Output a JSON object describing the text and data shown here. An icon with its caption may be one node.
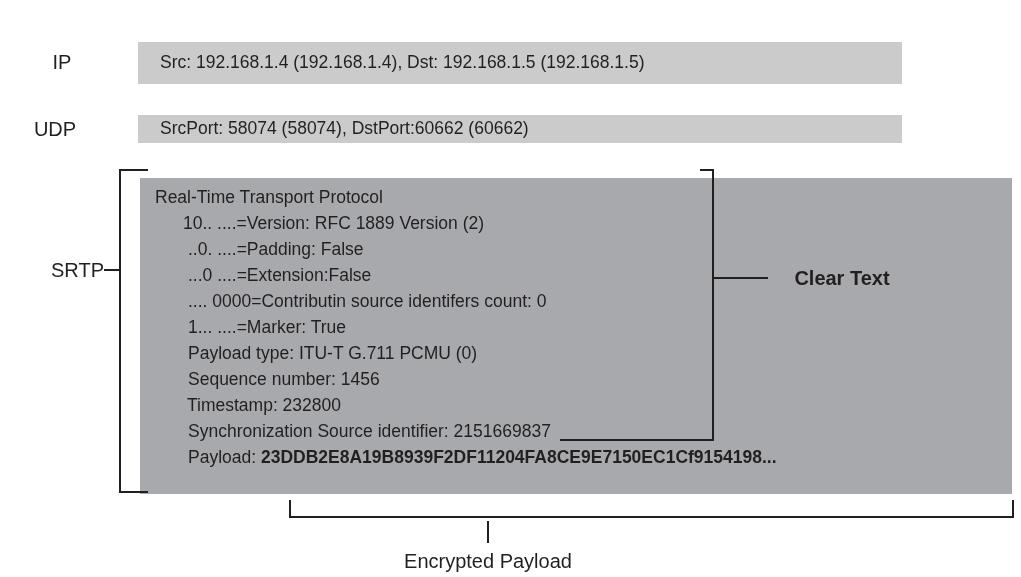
{
  "diagram": {
    "nodes": [
      {
        "text": [
          "Src: 192.168.1.4 (192.168.1.4), Dst: 192.168.1.5 (192.168.1.5)"
        ],
        "beside": [
          "IP"
        ]
      },
      {
        "text": [
          "SrcPort: 58074 (58074), DstPort:60662 (60662)"
        ],
        "beside": [
          "UDP"
        ]
      },
      {
        "text": [
          "Real-Time Transport Protocol",
          "10.. ....=Version: RFC 1889 Version (2)",
          "..0. ....=Padding: False",
          "...0 ....=Extension:False",
          ".... 0000=Contributin source identifers count: 0",
          "1... ....=Marker: True",
          "Payload type: ITU-T G.711 PCMU (0)",
          "Sequence number: 1456",
          "Timestamp: 232800",
          "Synchronization Source identifier: 2151669837",
          "Payload: **23DDB2E8A19B8939F2DF11204FA8CE9E7150EC1Cf9154198...**"
        ]
      }
    ],
    "edges": [],
    "labels": [
      "SRTP",
      "Clear Text",
      "Encrypted Payload"
    ]
  }
}
